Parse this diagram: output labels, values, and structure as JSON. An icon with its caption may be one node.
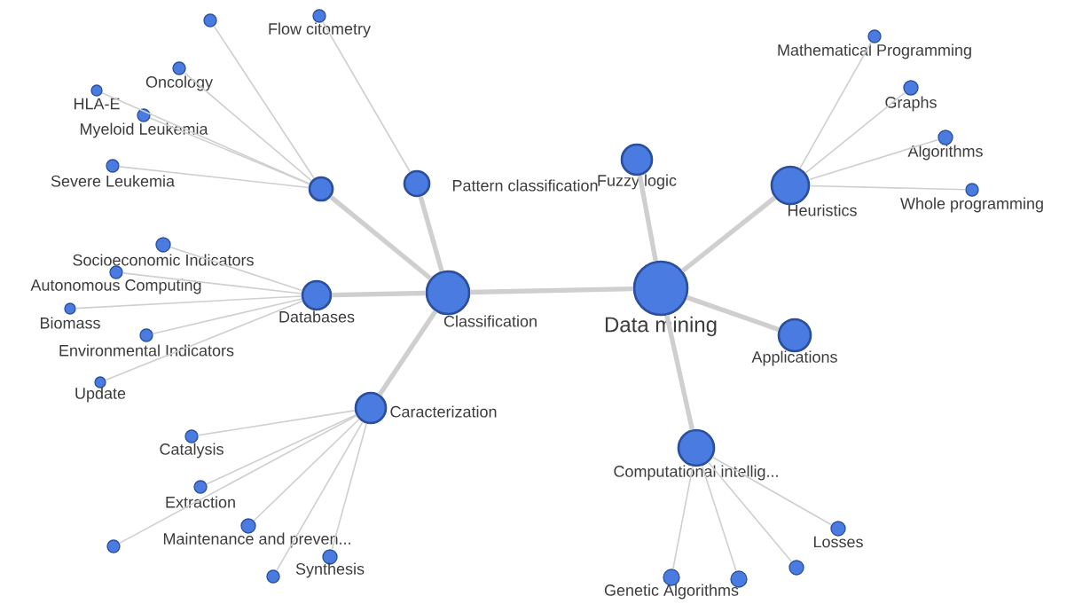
{
  "diagram": {
    "nodes": [
      {
        "text": [
          "Data mining"
        ]
      },
      {
        "text": [
          "Classification"
        ]
      },
      {
        "text": [
          "Pattern classification"
        ]
      },
      {
        "text": [],
        "shape": "circle"
      },
      {
        "text": [
          "Databases"
        ]
      },
      {
        "text": [
          "Caracterization"
        ]
      },
      {
        "text": [
          "Fuzzy logic"
        ]
      },
      {
        "text": [
          "Heuristics"
        ]
      },
      {
        "text": [
          "Applications"
        ]
      },
      {
        "text": [
          "Computational intellig..."
        ]
      },
      {
        "text": [],
        "shape": "circle"
      },
      {
        "text": [
          "Flow citometry"
        ]
      },
      {
        "text": [
          "Oncology"
        ]
      },
      {
        "text": [
          "HLA-E"
        ]
      },
      {
        "text": [
          "Myeloid Leukemia"
        ]
      },
      {
        "text": [
          "Severe Leukemia"
        ]
      },
      {
        "text": [
          "Socioeconomic Indicators"
        ]
      },
      {
        "text": [
          "Autonomous Computing"
        ]
      },
      {
        "text": [
          "Biomass"
        ]
      },
      {
        "text": [
          "Environmental Indicators"
        ]
      },
      {
        "text": [
          "Update"
        ]
      },
      {
        "text": [
          "Catalysis"
        ]
      },
      {
        "text": [
          "Extraction"
        ]
      },
      {
        "text": [
          "Maintenance and preven..."
        ]
      },
      {
        "text": [],
        "shape": "circle"
      },
      {
        "text": [
          "Synthesis"
        ]
      },
      {
        "text": [],
        "shape": "circle"
      },
      {
        "text": [
          "Mathematical Programming"
        ]
      },
      {
        "text": [
          "Graphs"
        ]
      },
      {
        "text": [
          "Algorithms"
        ]
      },
      {
        "text": [
          "Whole programming"
        ]
      },
      {
        "text": [
          "Genetic Algorithms"
        ]
      },
      {
        "text": [],
        "shape": "circle"
      },
      {
        "text": [],
        "shape": "circle"
      },
      {
        "text": [
          "Losses"
        ]
      }
    ],
    "edges": [
      {
        "from": 0,
        "to": 1,
        "arrow": "none",
        "style": "thick"
      },
      {
        "from": 0,
        "to": 6,
        "arrow": "none",
        "style": "thick"
      },
      {
        "from": 0,
        "to": 7,
        "arrow": "none",
        "style": "thick"
      },
      {
        "from": 0,
        "to": 8,
        "arrow": "none",
        "style": "thick"
      },
      {
        "from": 0,
        "to": 9,
        "arrow": "none",
        "style": "thick"
      },
      {
        "from": 1,
        "to": 2,
        "arrow": "none",
        "style": "thick"
      },
      {
        "from": 1,
        "to": 3,
        "arrow": "none",
        "style": "thick"
      },
      {
        "from": 1,
        "to": 4,
        "arrow": "none",
        "style": "thick"
      },
      {
        "from": 1,
        "to": 5,
        "arrow": "none",
        "style": "thick"
      },
      {
        "from": 3,
        "to": 10,
        "arrow": "none"
      },
      {
        "from": 2,
        "to": 11,
        "arrow": "none"
      },
      {
        "from": 3,
        "to": 12,
        "arrow": "none"
      },
      {
        "from": 3,
        "to": 13,
        "arrow": "none"
      },
      {
        "from": 3,
        "to": 14,
        "arrow": "none"
      },
      {
        "from": 3,
        "to": 15,
        "arrow": "none"
      },
      {
        "from": 4,
        "to": 16,
        "arrow": "none"
      },
      {
        "from": 4,
        "to": 17,
        "arrow": "none"
      },
      {
        "from": 4,
        "to": 18,
        "arrow": "none"
      },
      {
        "from": 4,
        "to": 19,
        "arrow": "none"
      },
      {
        "from": 4,
        "to": 20,
        "arrow": "none"
      },
      {
        "from": 5,
        "to": 21,
        "arrow": "none"
      },
      {
        "from": 5,
        "to": 22,
        "arrow": "none"
      },
      {
        "from": 5,
        "to": 23,
        "arrow": "none"
      },
      {
        "from": 5,
        "to": 24,
        "arrow": "none"
      },
      {
        "from": 5,
        "to": 25,
        "arrow": "none"
      },
      {
        "from": 5,
        "to": 26,
        "arrow": "none"
      },
      {
        "from": 7,
        "to": 27,
        "arrow": "none"
      },
      {
        "from": 7,
        "to": 28,
        "arrow": "none"
      },
      {
        "from": 7,
        "to": 29,
        "arrow": "none"
      },
      {
        "from": 7,
        "to": 30,
        "arrow": "none"
      },
      {
        "from": 9,
        "to": 31,
        "arrow": "none"
      },
      {
        "from": 9,
        "to": 32,
        "arrow": "none"
      },
      {
        "from": 9,
        "to": 33,
        "arrow": "none"
      },
      {
        "from": 9,
        "to": 34,
        "arrow": "none"
      }
    ]
  }
}
